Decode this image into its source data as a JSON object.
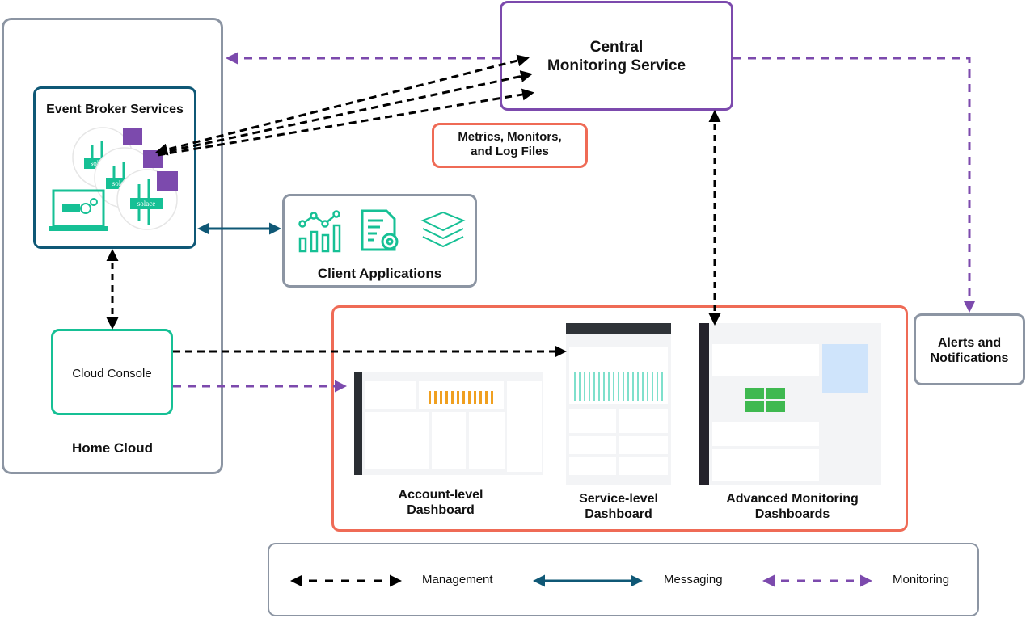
{
  "diagram": {
    "nodes": {
      "home_cloud": "Home Cloud",
      "event_broker": "Event Broker Services",
      "cloud_console": "Cloud Console",
      "client_apps": "Client Applications",
      "central_line1": "Central",
      "central_line2": "Monitoring Service",
      "metrics_line1": "Metrics, Monitors,",
      "metrics_line2": "and Log Files",
      "alerts_line1": "Alerts and",
      "alerts_line2": "Notifications"
    },
    "dashboards": {
      "account_line1": "Account-level",
      "account_line2": "Dashboard",
      "service_line1": "Service-level",
      "service_line2": "Dashboard",
      "advanced_line1": "Advanced Monitoring",
      "advanced_line2": "Dashboards"
    },
    "broker_logo_text": "solace",
    "legend": {
      "management": "Management",
      "messaging": "Messaging",
      "monitoring": "Monitoring"
    },
    "colors": {
      "management": "#000000",
      "messaging": "#0f5876",
      "monitoring": "#7c4aad",
      "broker_green": "#16c095",
      "accent_red": "#ef6b56",
      "neutral_gray": "#8c95a3"
    }
  }
}
